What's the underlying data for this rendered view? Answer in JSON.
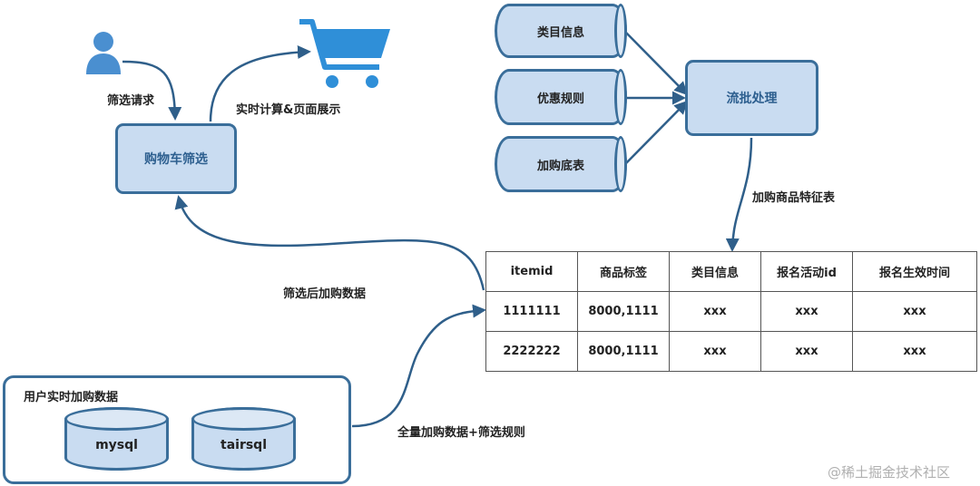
{
  "labels": {
    "filter_request": "筛选请求",
    "realtime_calc": "实时计算&页面展示",
    "filtered_cart_data": "筛选后加购数据",
    "full_cart_rules": "全量加购数据+筛选规则",
    "cart_feature_table": "加购商品特征表"
  },
  "nodes": {
    "cart_filter": "购物车筛选",
    "stream_batch": "流批处理"
  },
  "sources": [
    "类目信息",
    "优惠规则",
    "加购底表"
  ],
  "realtime_box": {
    "title": "用户实时加购数据",
    "dbs": [
      "mysql",
      "tairsql"
    ]
  },
  "table": {
    "headers": [
      "itemid",
      "商品标签",
      "类目信息",
      "报名活动id",
      "报名生效时间"
    ],
    "rows": [
      [
        "1111111",
        "8000,1111",
        "xxx",
        "xxx",
        "xxx"
      ],
      [
        "2222222",
        "8000,1111",
        "xxx",
        "xxx",
        "xxx"
      ]
    ]
  },
  "watermark": "@稀土掘金技术社区",
  "icons": [
    "user-icon",
    "shopping-cart-icon"
  ],
  "colors": {
    "fill": "#c9dcf1",
    "stroke": "#3a6e9a",
    "arrow": "#2f5f8a"
  }
}
